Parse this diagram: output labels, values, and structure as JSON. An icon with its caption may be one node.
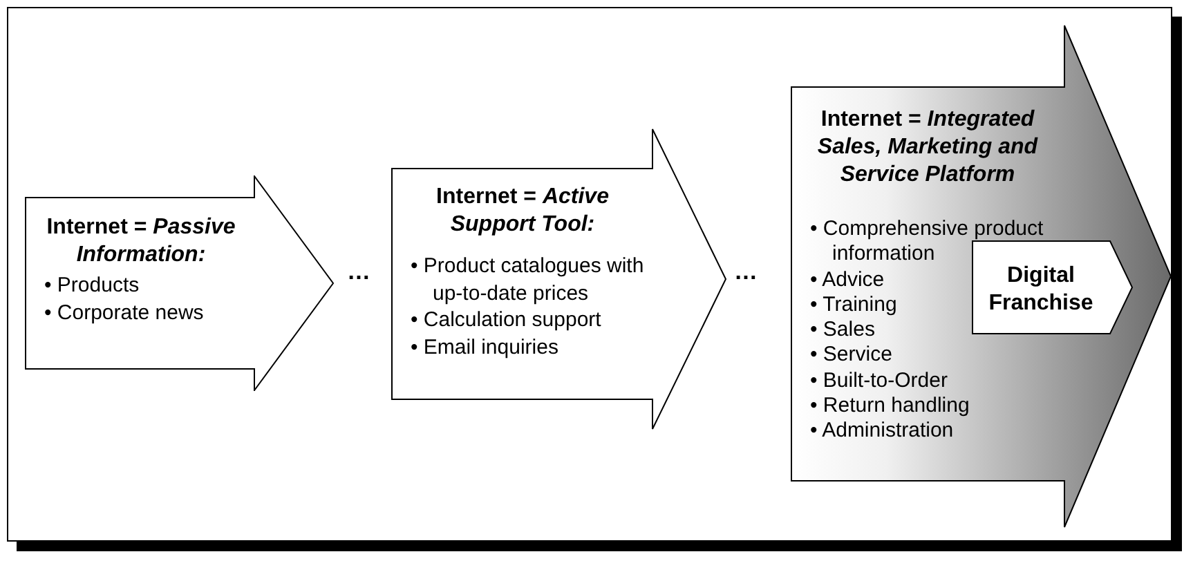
{
  "diagram": {
    "nodes": [
      {
        "text": [
          "Internet = *Passive Information:*",
          "• Products",
          "• Corporate news"
        ]
      },
      {
        "text": [
          "Internet = *Active Support Tool:*",
          "• Product catalogues with up-to-date prices",
          "• Calculation support",
          "• Email inquiries"
        ]
      },
      {
        "text": [
          "Internet = *Integrated Sales, Marketing and Service Platform*",
          "• Comprehensive product information",
          "• Advice",
          "• Training",
          "• Sales",
          "• Service",
          "• Built-to-Order",
          "• Return handling",
          "• Administration"
        ]
      },
      {
        "text": [
          "Digital Franchise"
        ],
        "in": 2
      }
    ],
    "labels": [
      "…",
      "…"
    ]
  }
}
